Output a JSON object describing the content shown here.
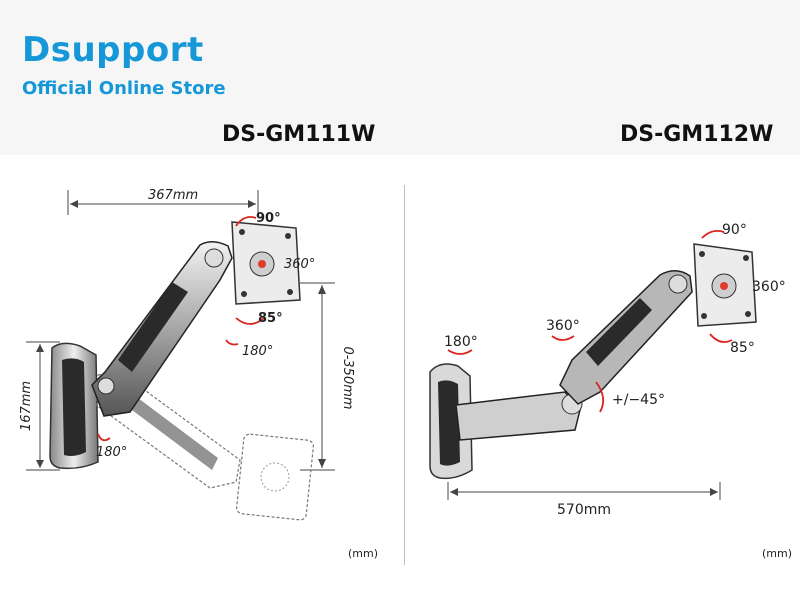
{
  "header": {
    "brand": "Dsupport",
    "tagline": "Official Online Store"
  },
  "left_product": {
    "model": "DS-GM111W",
    "width_label": "367mm",
    "height_label": "167mm",
    "range_label": "0-350mm",
    "tilt_up_label": "90°",
    "rotate_label": "360°",
    "tilt_down_label": "85°",
    "swivel_head_label": "180°",
    "swivel_base_label": "180°",
    "unit_label": "(mm)"
  },
  "right_product": {
    "model": "DS-GM112W",
    "tilt_up_label": "90°",
    "rotate_label": "360°",
    "tilt_down_label": "85°",
    "swivel_base_label": "180°",
    "swivel_joint_label": "360°",
    "tilt_range_label": "+/−45°",
    "width_label": "570mm",
    "unit_label": "(mm)"
  },
  "colors": {
    "brand": "#1597d8",
    "arrow": "#d8261e",
    "metal": "#9a9a9a",
    "dark": "#2a2a2a"
  }
}
